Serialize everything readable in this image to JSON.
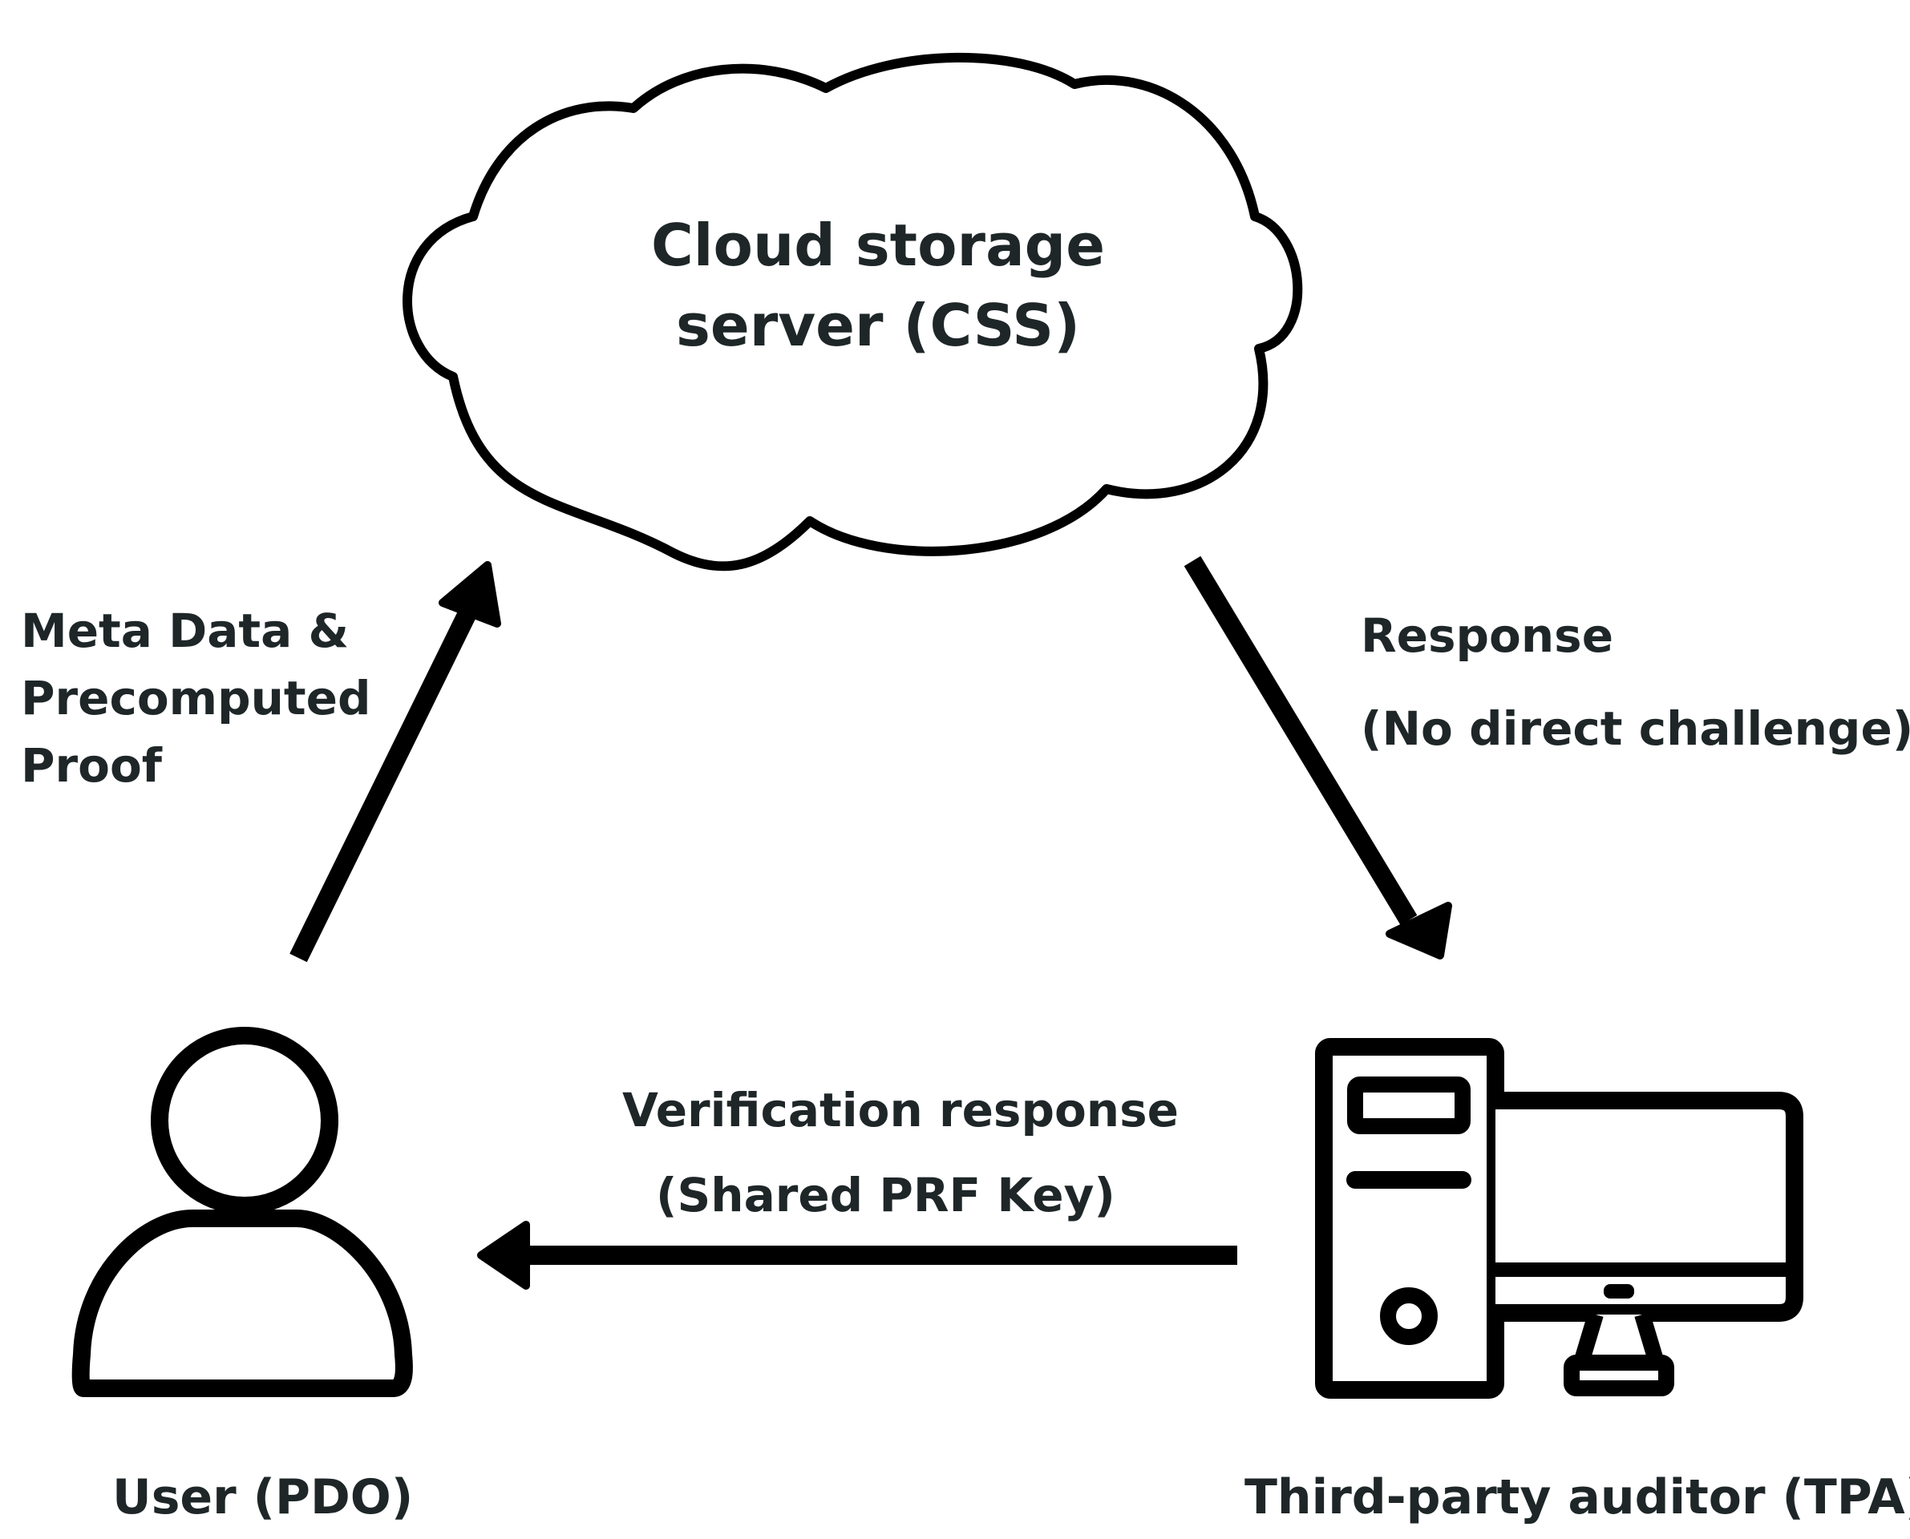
{
  "nodes": {
    "cloud": {
      "line1": "Cloud storage",
      "line2": "server (CSS)",
      "icon": "cloud-icon"
    },
    "user": {
      "label": "User (PDO)",
      "icon": "user-icon"
    },
    "auditor": {
      "label": "Third-party auditor (TPA)",
      "icon": "desktop-computer-icon"
    }
  },
  "edges": {
    "user_to_cloud": {
      "line1": "Meta Data &",
      "line2": "Precomputed",
      "line3": "Proof"
    },
    "cloud_to_auditor": {
      "line1": "Response",
      "line2": "(No direct challenge)"
    },
    "auditor_to_user": {
      "line1": "Verification response",
      "line2": "(Shared PRF Key)"
    }
  },
  "colors": {
    "stroke": "#000000",
    "text": "#1e2628",
    "background": "#ffffff"
  }
}
